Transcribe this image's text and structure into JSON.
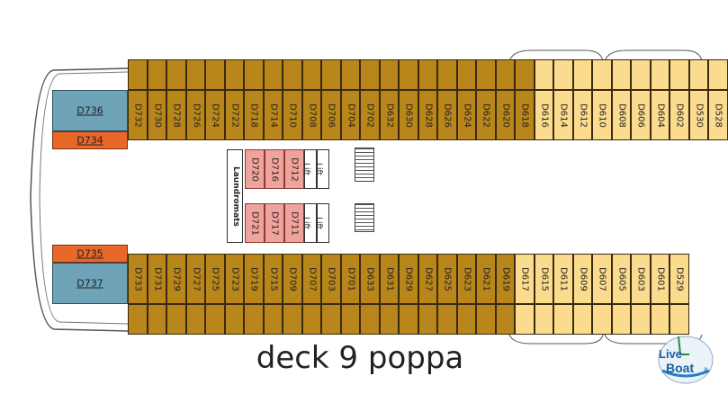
{
  "caption": "deck 9 poppa",
  "logo": {
    "line1": "Live",
    "line2": "Boat",
    "suffix": ".it"
  },
  "laundromats_label": "Laundromats",
  "lift_label": "Lift",
  "colors": {
    "dark": "#b8861a",
    "light": "#fbdc8e",
    "teal": "#6fa3b8",
    "orange": "#e8682a",
    "pink": "#f0a39c"
  },
  "top_row": [
    "D732",
    "D730",
    "D728",
    "D726",
    "D724",
    "D722",
    "D718",
    "D714",
    "D710",
    "D708",
    "D706",
    "D704",
    "D702",
    "D632",
    "D630",
    "D628",
    "D626",
    "D624",
    "D622",
    "D620",
    "D618",
    "D616",
    "D614",
    "D612",
    "D610",
    "D608",
    "D606",
    "D604",
    "D602",
    "D530",
    "D528"
  ],
  "bottom_row": [
    "D733",
    "D731",
    "D729",
    "D727",
    "D725",
    "D723",
    "D719",
    "D715",
    "D709",
    "D707",
    "D703",
    "D701",
    "D633",
    "D631",
    "D629",
    "D627",
    "D625",
    "D623",
    "D621",
    "D619",
    "D617",
    "D615",
    "D611",
    "D609",
    "D607",
    "D605",
    "D603",
    "D601",
    "D529"
  ],
  "end_cabins": {
    "top_teal": "D736",
    "top_orange": "D734",
    "bottom_orange": "D735",
    "bottom_teal": "D737"
  },
  "inner_top": [
    "D720",
    "D716",
    "D712"
  ],
  "inner_bottom": [
    "D721",
    "D717",
    "D711"
  ]
}
